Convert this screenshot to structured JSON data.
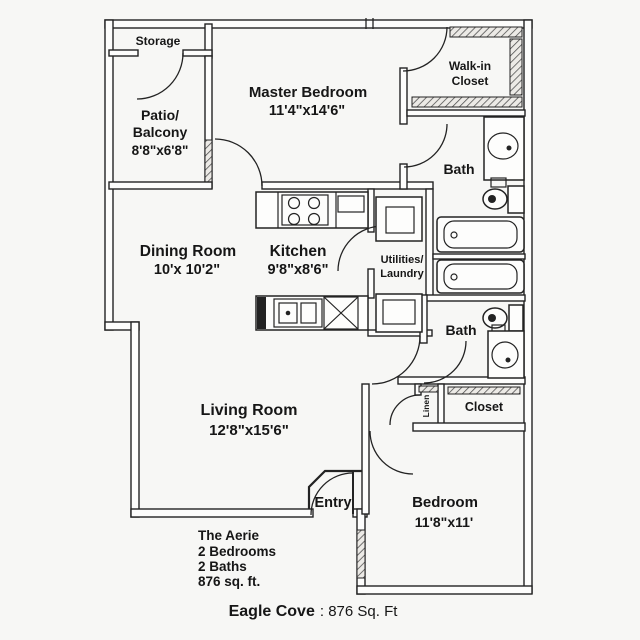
{
  "rooms": {
    "storage": {
      "label": "Storage"
    },
    "patio": {
      "line1": "Patio/",
      "line2": "Balcony",
      "dims": "8'8\"x6'8\""
    },
    "master": {
      "label": "Master Bedroom",
      "dims": "11'4\"x14'6\""
    },
    "walk_in": {
      "line1": "Walk-in",
      "line2": "Closet"
    },
    "bath1": {
      "label": "Bath"
    },
    "bath2": {
      "label": "Bath"
    },
    "dining": {
      "label": "Dining Room",
      "dims": "10'x 10'2\""
    },
    "kitchen": {
      "label": "Kitchen",
      "dims": "9'8\"x8'6\""
    },
    "utilities": {
      "line1": "Utilities/",
      "line2": "Laundry"
    },
    "living": {
      "label": "Living Room",
      "dims": "12'8\"x15'6\""
    },
    "entry": {
      "label": "Entry"
    },
    "bedroom2": {
      "label": "Bedroom",
      "dims": "11'8\"x11'"
    },
    "closet2": {
      "label": "Closet"
    },
    "linen": {
      "label": "Linen"
    }
  },
  "title_block": {
    "line1": "The Aerie",
    "line2": "2 Bedrooms",
    "line3": "2 Baths",
    "line4": "876 sq. ft."
  },
  "caption": {
    "name": "Eagle Cove",
    "rest": ": 876 Sq. Ft"
  },
  "colors": {
    "ink": "#232323",
    "paper": "#f7f7f5"
  }
}
